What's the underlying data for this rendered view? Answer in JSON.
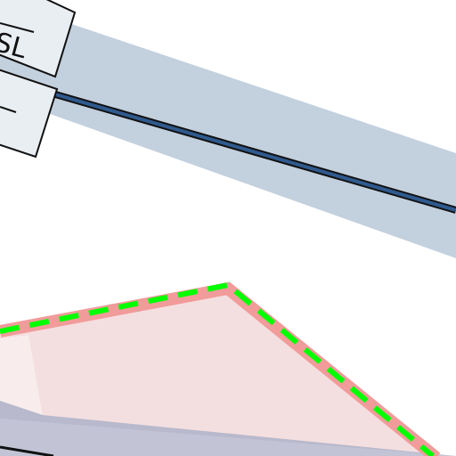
{
  "map": {
    "colors": {
      "background": "#ffffff",
      "road_buffer": "#c3d0dd",
      "road_outline": "#111111",
      "road_fill": "#2f5a8e",
      "zone_fill": "#f4dfe0",
      "zone_edge": "#f19b9b",
      "boundary_dash": "#00ff00",
      "lower_band": "#b8b9cc",
      "label_box_fill": "#e9eef3",
      "label_box_stroke": "#111111"
    },
    "labels": [
      {
        "id": "label-upper",
        "text": "SL"
      },
      {
        "id": "label-lower",
        "text": ""
      }
    ]
  }
}
